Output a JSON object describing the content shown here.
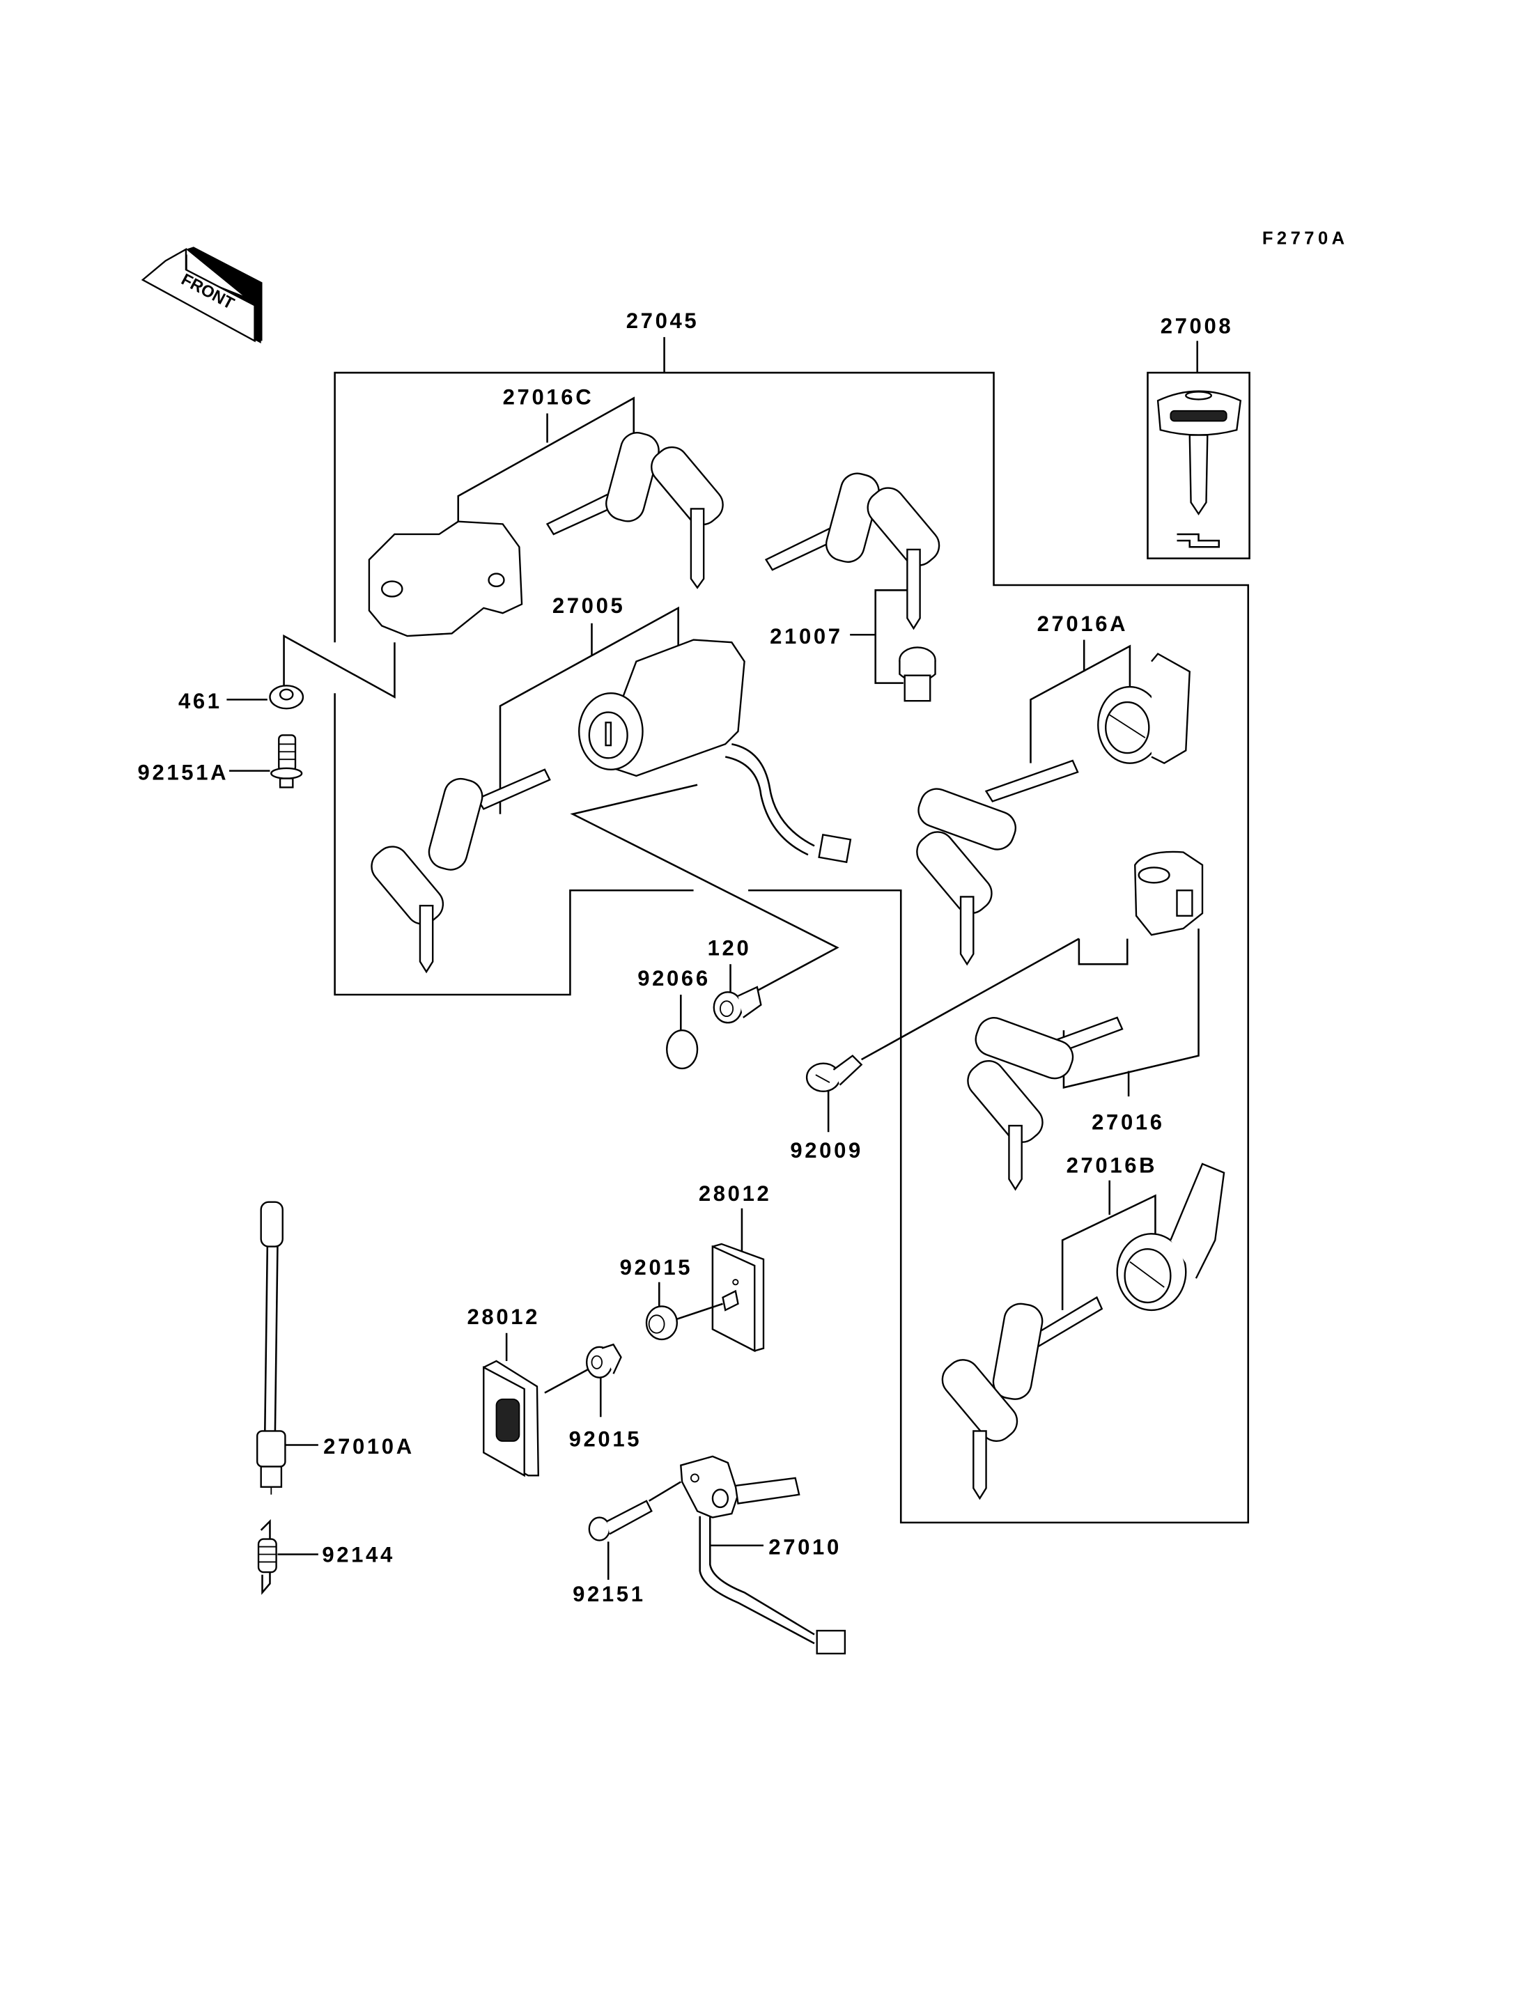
{
  "diagram": {
    "figure_code": "F2770A",
    "orientation_label": "FRONT",
    "assembly_label": "27045",
    "callouts": [
      {
        "id": "27045",
        "label": "27045",
        "part": "ignition-switch-and-lock-set"
      },
      {
        "id": "27016C",
        "label": "27016C",
        "part": "steering-lock-with-keys"
      },
      {
        "id": "27008",
        "label": "27008",
        "part": "blank-key"
      },
      {
        "id": "27005",
        "label": "27005",
        "part": "ignition-switch-with-keys"
      },
      {
        "id": "21007",
        "label": "21007",
        "part": "key-and-lock-cylinder"
      },
      {
        "id": "27016A",
        "label": "27016A",
        "part": "lock-with-keys-a"
      },
      {
        "id": "461",
        "label": "461",
        "part": "clip"
      },
      {
        "id": "92151A",
        "label": "92151A",
        "part": "bolt-a"
      },
      {
        "id": "120",
        "label": "120",
        "part": "socket-bolt"
      },
      {
        "id": "92066",
        "label": "92066",
        "part": "cap"
      },
      {
        "id": "92009",
        "label": "92009",
        "part": "screw"
      },
      {
        "id": "27016",
        "label": "27016",
        "part": "seat-lock-with-keys"
      },
      {
        "id": "27016B",
        "label": "27016B",
        "part": "lock-with-keys-b"
      },
      {
        "id": "28012_upper",
        "label": "28012",
        "part": "plate-upper"
      },
      {
        "id": "28012_lower",
        "label": "28012",
        "part": "plate-lower"
      },
      {
        "id": "92015_upper",
        "label": "92015",
        "part": "nut-upper"
      },
      {
        "id": "92015_lower",
        "label": "92015",
        "part": "nut-lower"
      },
      {
        "id": "27010A",
        "label": "27010A",
        "part": "switch-a"
      },
      {
        "id": "92144",
        "label": "92144",
        "part": "spring"
      },
      {
        "id": "27010",
        "label": "27010",
        "part": "sidestand-switch"
      },
      {
        "id": "92151",
        "label": "92151",
        "part": "bolt"
      }
    ]
  }
}
